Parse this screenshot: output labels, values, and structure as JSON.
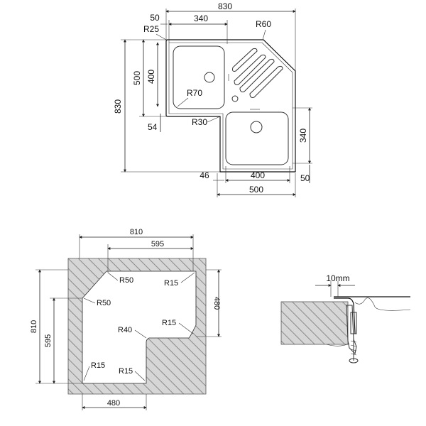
{
  "top_view": {
    "overall_width": "830",
    "overall_height": "830",
    "offset_50_top": "50",
    "bowl1_width": "340",
    "radius_r25": "R25",
    "radius_r60": "R60",
    "height_500": "500",
    "height_400": "400",
    "radius_r70": "R70",
    "offset_54": "54",
    "radius_r30": "R30",
    "height_340": "340",
    "offset_46": "46",
    "bowl2_width": "400",
    "offset_50_right": "50",
    "width_500": "500"
  },
  "cutout_view": {
    "overall_width": "810",
    "inner_width": "595",
    "radius_r50_a": "R50",
    "radius_r15_a": "R15",
    "radius_r50_b": "R50",
    "height_480": "480",
    "overall_height": "810",
    "height_595": "595",
    "radius_r40": "R40",
    "radius_r15_b": "R15",
    "radius_r15_c": "R15",
    "radius_r15_d": "R15",
    "bottom_width": "480"
  },
  "detail_view": {
    "gap_label": "10mm"
  }
}
